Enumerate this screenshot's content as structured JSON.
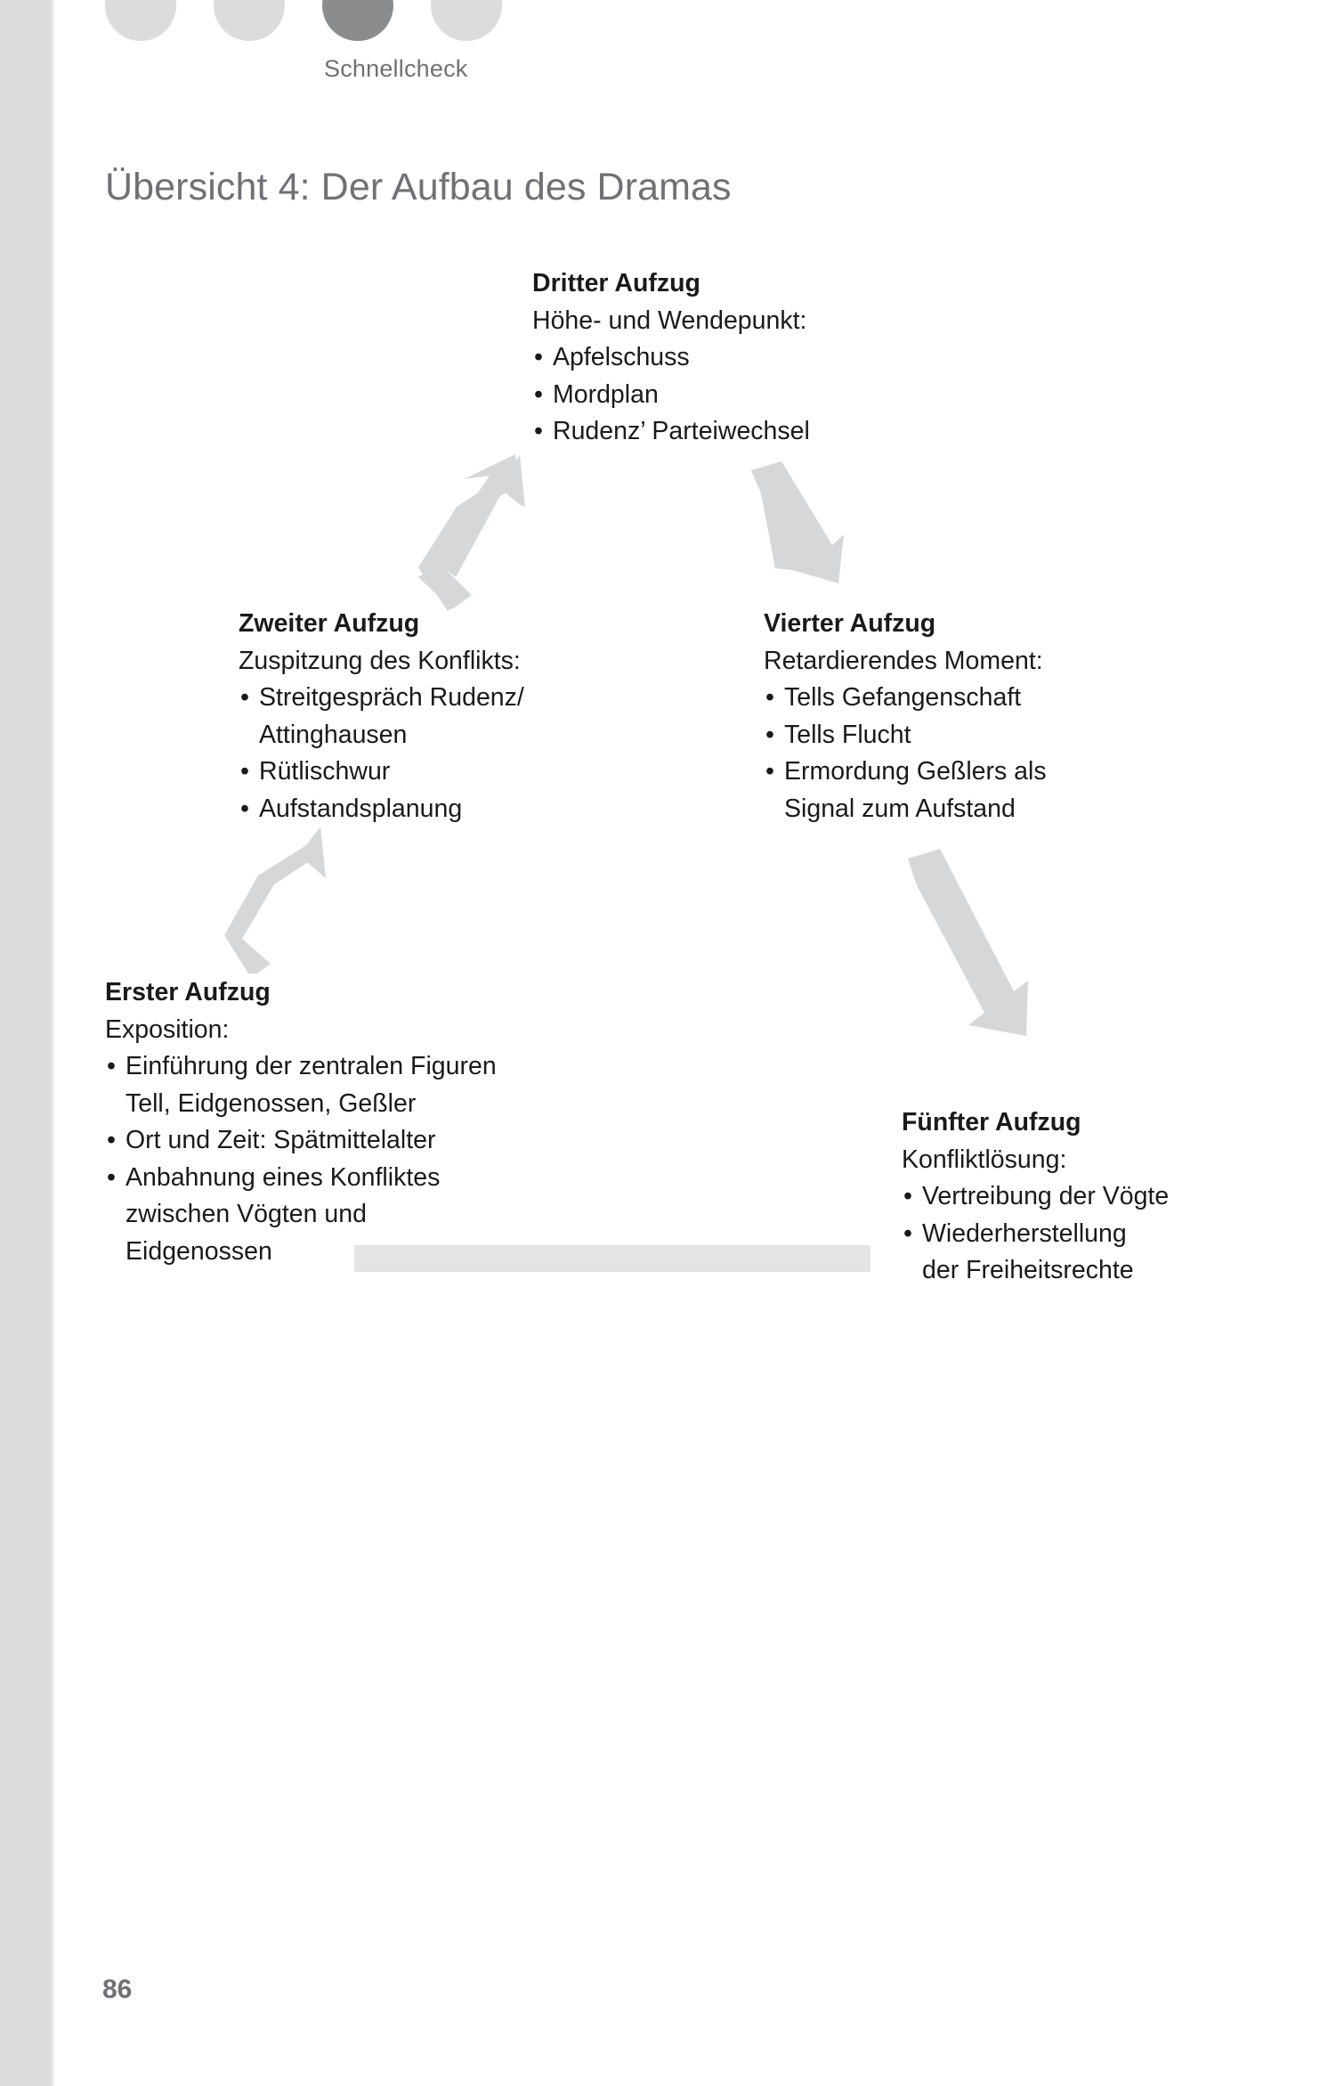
{
  "document": {
    "section_label": "Schnellcheck",
    "title": "Übersicht 4: Der Aufbau des Dramas",
    "page_number": "86"
  },
  "header": {
    "dots": [
      {
        "name": "dot-1",
        "state": "inactive",
        "color": "#dcdcdc"
      },
      {
        "name": "dot-2",
        "state": "inactive",
        "color": "#dcdcdc"
      },
      {
        "name": "dot-3",
        "state": "active",
        "color": "#8a8c8e"
      },
      {
        "name": "dot-4",
        "state": "inactive",
        "color": "#dcdcdc"
      }
    ]
  },
  "diagram": {
    "type": "freytag-pyramid",
    "acts": [
      {
        "id": "act-1",
        "title": "Erster Aufzug",
        "subtitle": "Exposition:",
        "bullets": [
          "Einführung der zentralen Figuren\nTell, Eidgenossen, Geßler",
          "Ort und Zeit: Spätmittelalter",
          "Anbahnung eines Konfliktes\nzwischen Vögten und\nEidgenossen"
        ]
      },
      {
        "id": "act-2",
        "title": "Zweiter Aufzug",
        "subtitle": "Zuspitzung des Konflikts:",
        "bullets": [
          "Streitgespräch Rudenz/\nAttinghausen",
          "Rütlischwur",
          "Aufstandsplanung"
        ]
      },
      {
        "id": "act-3",
        "title": "Dritter Aufzug",
        "subtitle": "Höhe- und Wendepunkt:",
        "bullets": [
          "Apfelschuss",
          "Mordplan",
          "Rudenz’ Parteiwechsel"
        ]
      },
      {
        "id": "act-4",
        "title": "Vierter Aufzug",
        "subtitle": "Retardierendes Moment:",
        "bullets": [
          "Tells Gefangenschaft",
          "Tells Flucht",
          "Ermordung Geßlers als\nSignal zum Aufstand"
        ]
      },
      {
        "id": "act-5",
        "title": "Fünfter Aufzug",
        "subtitle": "Konfliktlösung:",
        "bullets": [
          "Vertreibung der Vögte",
          "Wiederherstellung\nder Freiheitsrechte"
        ]
      }
    ],
    "arrows": [
      {
        "id": "arrow-act1-act2",
        "direction": "up-right",
        "color": "#d5d7d8"
      },
      {
        "id": "arrow-act2-act3",
        "direction": "up-right",
        "color": "#d5d7d8"
      },
      {
        "id": "arrow-act3-act4",
        "direction": "down-right",
        "color": "#d5d7d8"
      },
      {
        "id": "arrow-act4-act5",
        "direction": "down-right",
        "color": "#d5d7d8"
      }
    ]
  },
  "colors": {
    "text": "#1a1a1a",
    "muted": "#6f7174",
    "arrow": "#d5d7d8",
    "bar": "#e4e4e4",
    "edge_strip": "#dddddd",
    "dot_active": "#8a8c8e",
    "dot_inactive": "#dcdcdc"
  }
}
